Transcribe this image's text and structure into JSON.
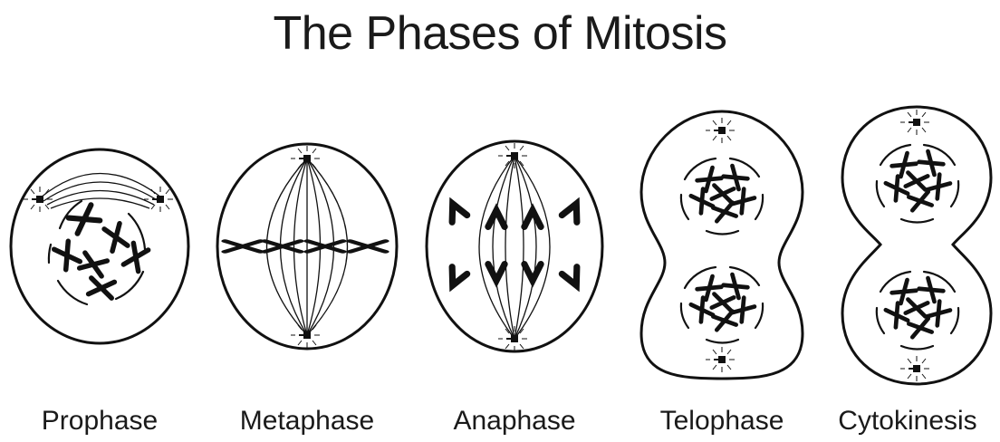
{
  "title": "The Phases of Mitosis",
  "phases": [
    {
      "label": "Prophase"
    },
    {
      "label": "Metaphase"
    },
    {
      "label": "Anaphase"
    },
    {
      "label": "Telophase"
    },
    {
      "label": "Cytokinesis"
    }
  ]
}
